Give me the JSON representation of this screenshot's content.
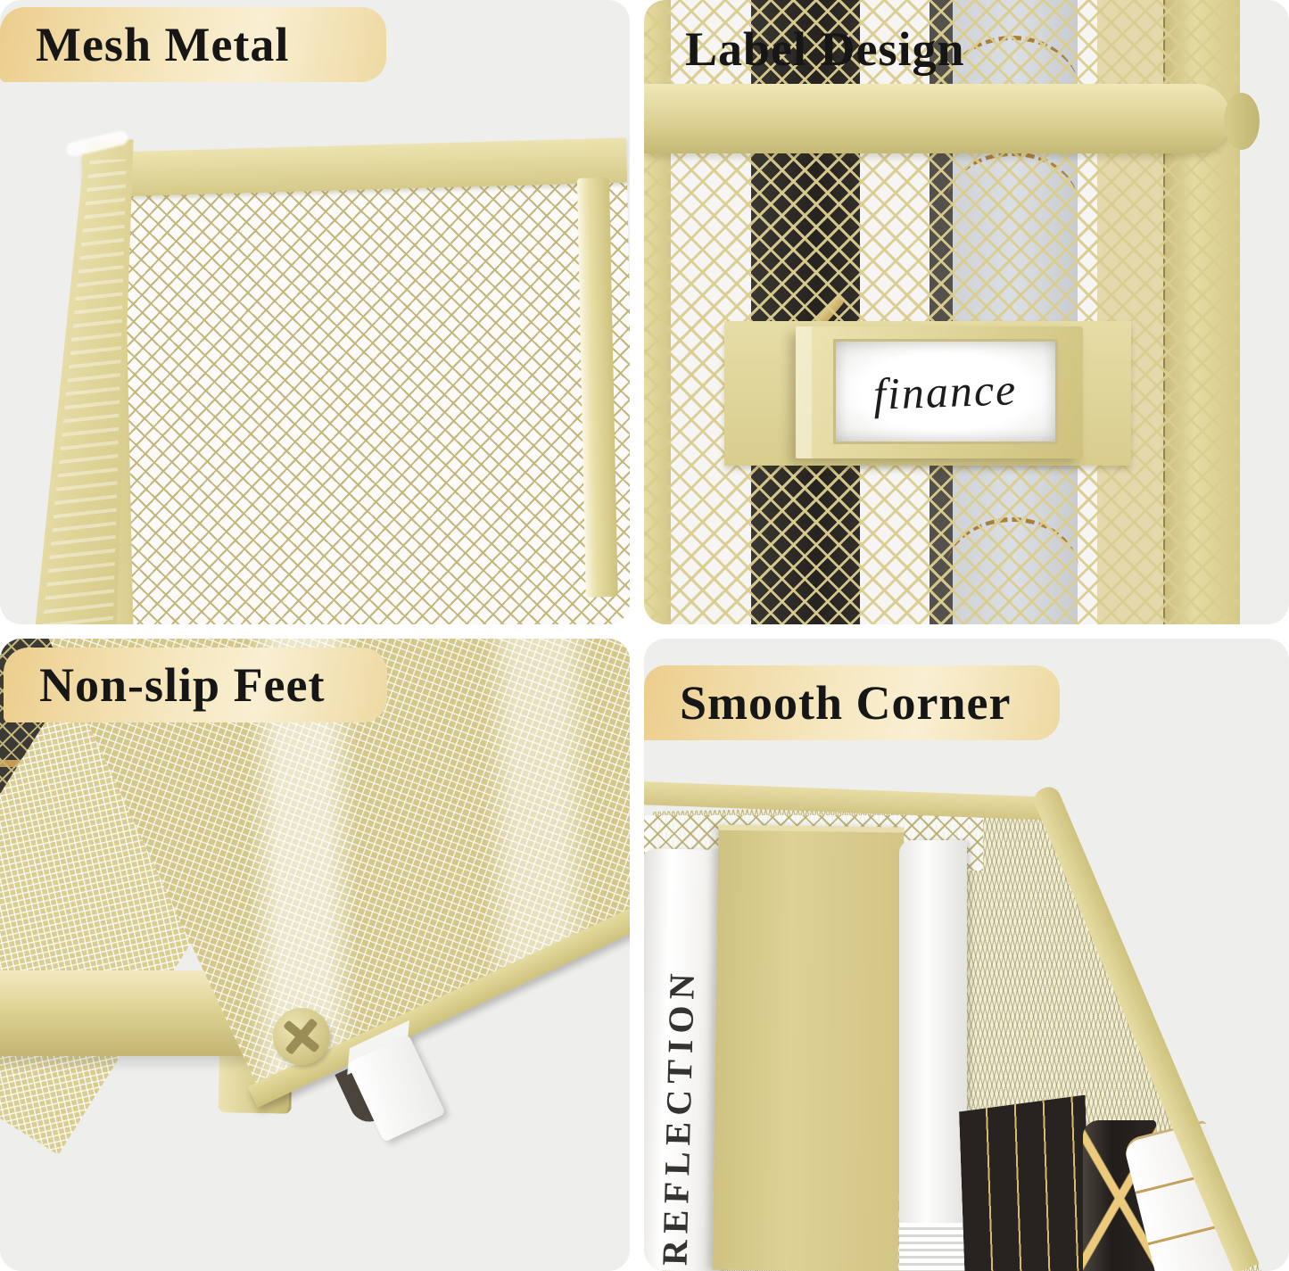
{
  "image_type": "product-feature-collage",
  "product": "gold mesh metal desktop file organizer",
  "features": [
    {
      "id": "mesh-metal",
      "title": "Mesh Metal"
    },
    {
      "id": "label-design",
      "title": "Label Design",
      "label_card_text": "finance"
    },
    {
      "id": "non-slip-feet",
      "title": "Non-slip Feet"
    },
    {
      "id": "smooth-corner",
      "title": "Smooth Corner",
      "book_spine_text": "REFLECTION"
    }
  ],
  "colors": {
    "page_background": "#ffffff",
    "photo_background": "#eeeeec",
    "gold_frame": "#ddd294",
    "gold_mesh_line": "#c2b67a",
    "pill_gradient_start": "#ecce8d",
    "pill_gradient_end": "#eed9a2",
    "title_text": "#161616",
    "black_book": "#2b2725",
    "foot_white": "#fafaf9",
    "accent_tan_line": "#c49a55",
    "book_gold_line": "#e6c87e"
  }
}
